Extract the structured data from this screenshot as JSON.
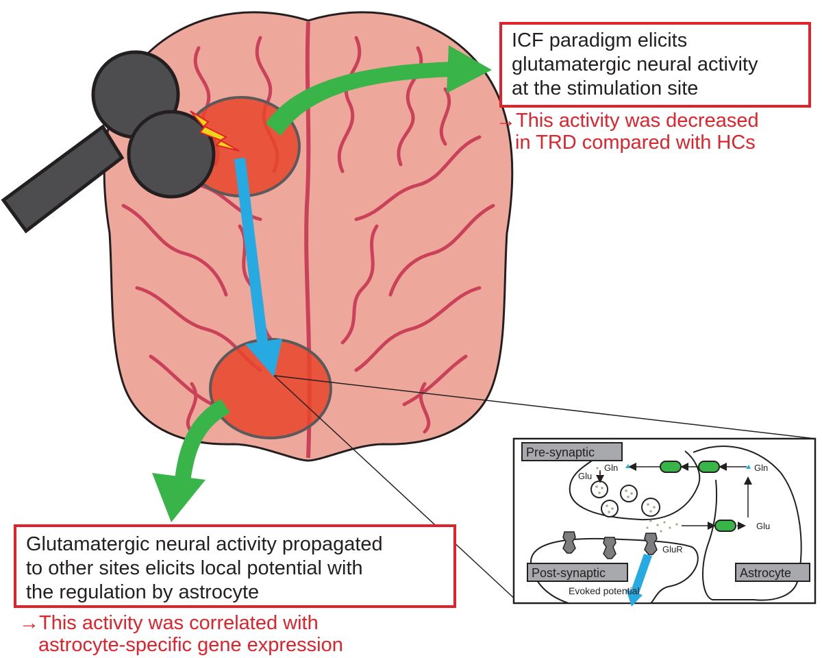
{
  "callouts": {
    "top_box": [
      "ICF paradigm elicits",
      "glutamatergic neural activity",
      "at the stimulation site"
    ],
    "top_note": [
      "→This activity was decreased",
      "in TRD compared with HCs"
    ],
    "bottom_box": [
      "Glutamatergic neural activity propagated",
      "to other sites elicits local potential with",
      "the regulation by astrocyte"
    ],
    "bottom_note": [
      "→This activity was correlated with",
      "astrocyte-specific gene expression"
    ]
  },
  "inset": {
    "pre_synaptic": "Pre-synaptic",
    "post_synaptic": "Post-synaptic",
    "astrocyte": "Astrocyte",
    "gln_left": "Gln",
    "gln_right": "Gln",
    "glu_vesicle": "Glu",
    "glu_right": "Glu",
    "glur": "GluR",
    "evoked_potential": "Evoked potential"
  },
  "colors": {
    "brain_fill": "#eea79b",
    "brain_outline": "#231f20",
    "sulci": "#c9425a",
    "activation": "#e8452b",
    "green_arrow": "#38b449",
    "blue_arrow": "#27a9e1",
    "coil": "#4d4d4f",
    "callout_red": "#e0232b",
    "label_box": "#a7a9ac"
  }
}
